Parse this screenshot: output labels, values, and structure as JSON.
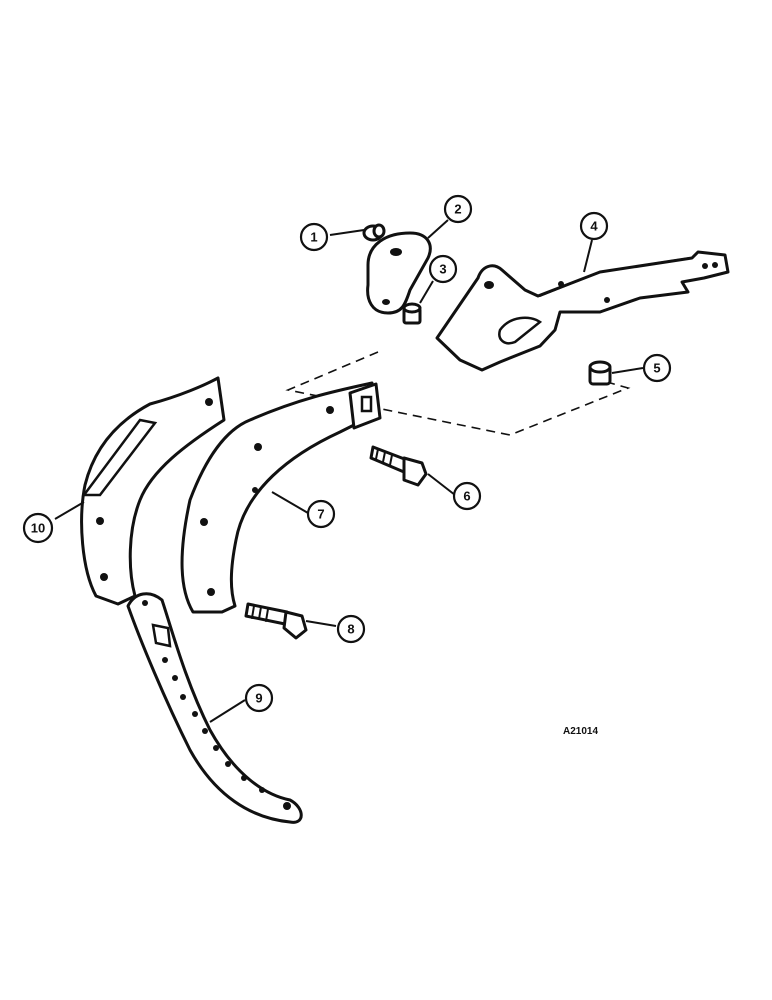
{
  "callouts": {
    "c1": "1",
    "c2": "2",
    "c3": "3",
    "c4": "4",
    "c5": "5",
    "c6": "6",
    "c7": "7",
    "c8": "8",
    "c9": "9",
    "c10": "10"
  },
  "reference_code": "A21014"
}
